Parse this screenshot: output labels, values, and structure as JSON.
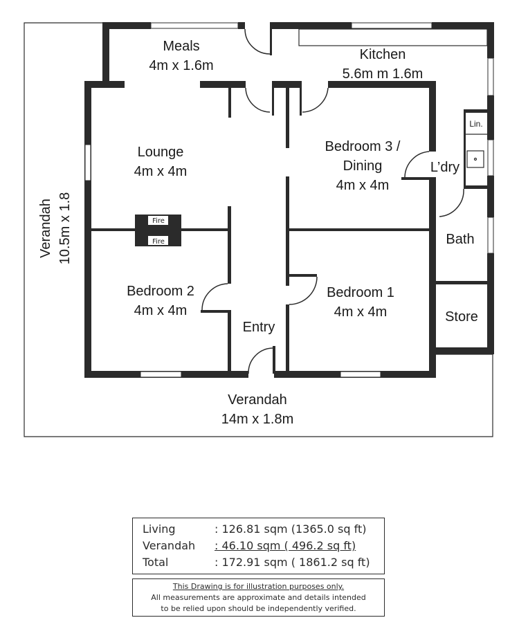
{
  "rooms": {
    "meals": {
      "name": "Meals",
      "size": "4m x 1.6m"
    },
    "kitchen": {
      "name": "Kitchen",
      "size": "5.6m m 1.6m"
    },
    "lounge": {
      "name": "Lounge",
      "size": "4m x 4m"
    },
    "bedroom3": {
      "name_line1": "Bedroom 3 /",
      "name_line2": "Dining",
      "size": "4m x 4m"
    },
    "laundry": {
      "name": "L’dry"
    },
    "linen": {
      "name": "Lin."
    },
    "bath": {
      "name": "Bath"
    },
    "store": {
      "name": "Store"
    },
    "bedroom2": {
      "name": "Bedroom 2",
      "size": "4m x 4m"
    },
    "bedroom1": {
      "name": "Bedroom 1",
      "size": "4m x 4m"
    },
    "entry": {
      "name": "Entry"
    },
    "fireplace": {
      "top": "Fire",
      "bottom": "Fire"
    },
    "verandah_front": {
      "name": "Verandah",
      "size": "14m x 1.8m"
    },
    "verandah_side": {
      "name": "Verandah",
      "size": "10.5m x 1.8"
    }
  },
  "areas": [
    {
      "label": "Living",
      "value": ": 126.81 sqm  (1365.0 sq ft)"
    },
    {
      "label": "Verandah",
      "value": ":  46.10 sqm  (  496.2 sq ft)"
    },
    {
      "label": "Total",
      "value": ": 172.91 sqm  ( 1861.2 sq ft)"
    }
  ],
  "disclaimer": {
    "line1": "This Drawing is for illustration purposes only.",
    "line2": "All measurements are approximate and details intended",
    "line3": "to be relied upon should be independently verified."
  }
}
